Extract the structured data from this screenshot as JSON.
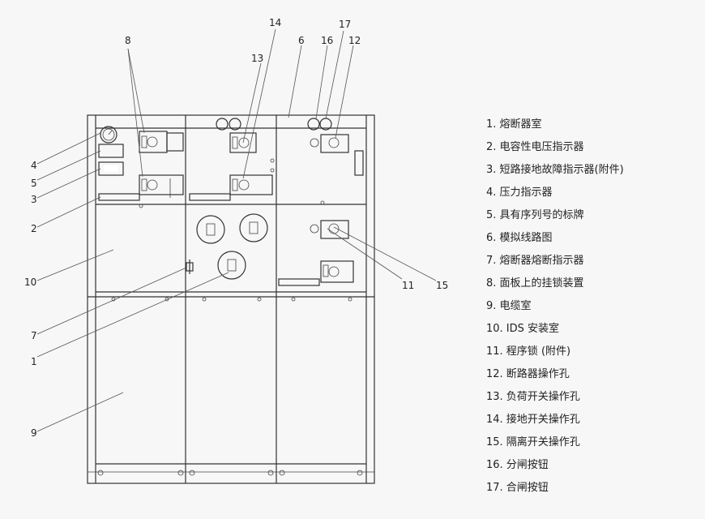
{
  "callouts": [
    "1",
    "2",
    "3",
    "4",
    "5",
    "6",
    "7",
    "8",
    "9",
    "10",
    "11",
    "12",
    "13",
    "14",
    "15",
    "16",
    "17"
  ],
  "legend": [
    "1. 熔断器室",
    "2. 电容性电压指示器",
    "3. 短路接地故障指示器(附件)",
    "4. 压力指示器",
    "5. 具有序列号的标牌",
    "6. 模拟线路图",
    "7. 熔断器熔断指示器",
    "8. 面板上的挂锁装置",
    "9. 电缆室",
    "10. IDS 安装室",
    "11. 程序锁 (附件)",
    "12. 断路器操作孔",
    "13. 负荷开关操作孔",
    "14. 接地开关操作孔",
    "15. 隔离开关操作孔",
    "16. 分闸按钮",
    "17. 合闸按钮"
  ]
}
